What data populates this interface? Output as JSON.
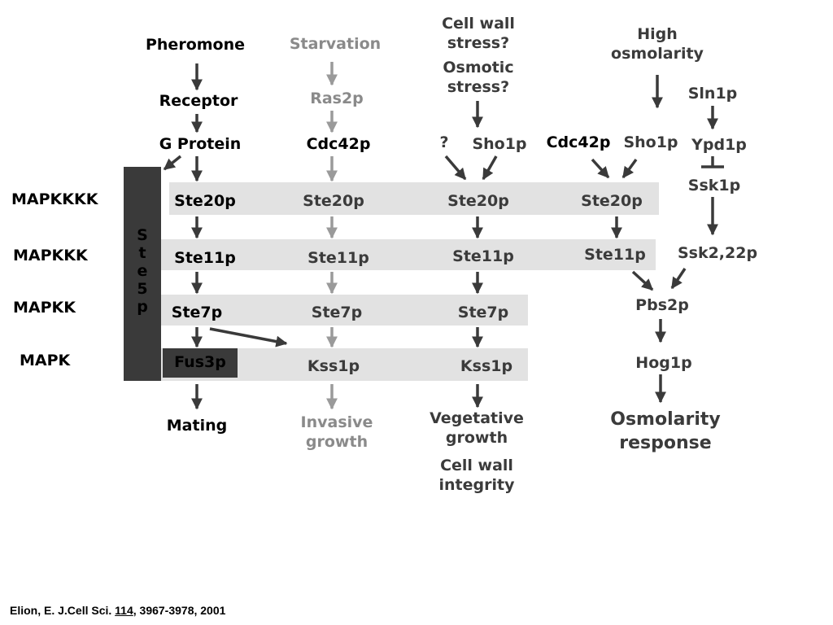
{
  "levels": [
    "MAPKKKK",
    "MAPKKK",
    "MAPKK",
    "MAPK"
  ],
  "scaffold": [
    "S",
    "t",
    "e",
    "5",
    "p"
  ],
  "pathways": {
    "mating": {
      "stimulus": "Pheromone",
      "steps": [
        "Receptor",
        "G Protein"
      ],
      "kinases": [
        "Ste20p",
        "Ste11p",
        "Ste7p",
        "Fus3p"
      ],
      "output": "Mating"
    },
    "invasive": {
      "stimulus": "Starvation",
      "steps": [
        "Ras2p",
        "Cdc42p"
      ],
      "kinases": [
        "Ste20p",
        "Ste11p",
        "Ste7p",
        "Kss1p"
      ],
      "output": [
        "Invasive",
        "growth"
      ]
    },
    "vegetative": {
      "stimulus": [
        "Cell wall",
        "stress?",
        "Osmotic",
        "stress?"
      ],
      "steps": [
        "?",
        "Sho1p"
      ],
      "kinases": [
        "Ste20p",
        "Ste11p",
        "Ste7p",
        "Kss1p"
      ],
      "output": [
        "Vegetative",
        "growth",
        "Cell wall",
        "integrity"
      ]
    },
    "osmo_sho1": {
      "steps": [
        "Cdc42p",
        "Sho1p"
      ],
      "kinases": [
        "Ste20p",
        "Ste11p"
      ]
    },
    "osmo_sln1": {
      "stimulus": [
        "High",
        "osmolarity"
      ],
      "steps": [
        "Sln1p",
        "Ypd1p",
        "Ssk1p",
        "Ssk2,22p"
      ]
    },
    "osmo_common": {
      "kinases": [
        "Pbs2p",
        "Hog1p"
      ],
      "output": [
        "Osmolarity",
        "response"
      ]
    }
  },
  "citation": {
    "prefix": "Elion, E. J.Cell Sci. ",
    "volume": "114",
    "suffix": ", 3967-3978, 2001"
  },
  "colors": {
    "band": "#e2e2e2",
    "scaffold": "#3a3a3a",
    "dark_arrow": "#3a3a3a",
    "gray_arrow": "#9a9a9a"
  }
}
